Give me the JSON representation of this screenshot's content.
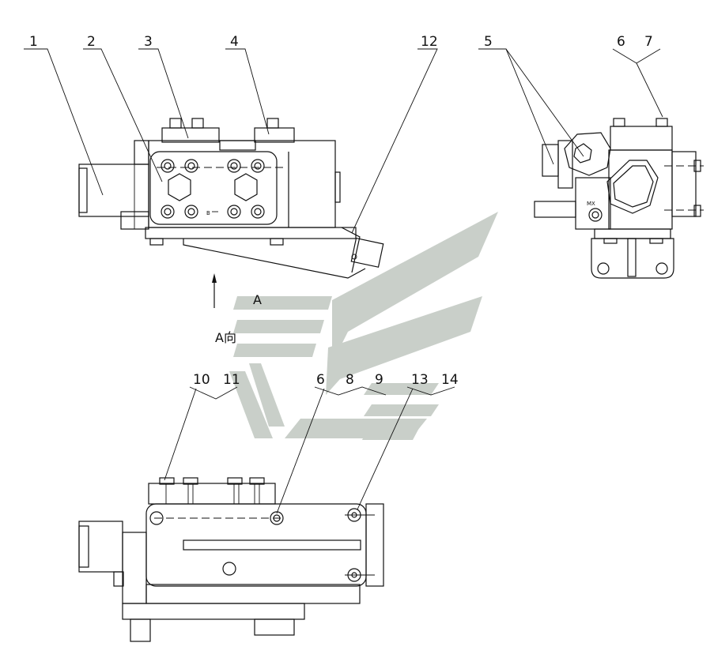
{
  "callouts": {
    "c1": "1",
    "c2": "2",
    "c3": "3",
    "c4": "4",
    "c12": "12",
    "c5": "5",
    "c6a": "6",
    "c7": "7",
    "c10": "10",
    "c11": "11",
    "c6b": "6",
    "c8": "8",
    "c9": "9",
    "c13": "13",
    "c14": "14"
  },
  "views": {
    "arrow_label": "A",
    "view_label": "A向",
    "port_mark": "B",
    "fitting_mark": "MX"
  }
}
